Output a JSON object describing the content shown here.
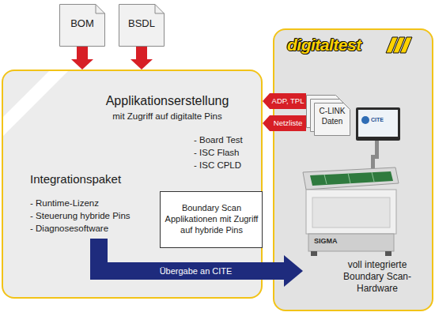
{
  "diagram": {
    "nodes": [
      {
        "text": [
          "BOM"
        ]
      },
      {
        "text": [
          "BSDL"
        ]
      },
      {
        "text": [
          "Applikationserstellung",
          "mit Zugriff auf digitalte Pins",
          "- Board Test",
          "- ISC Flash",
          "- ISC CPLD",
          "Integrationspaket",
          "- Runtime-Lizenz",
          "- Steuerung hybride Pins",
          "- Diagnosesoftware"
        ]
      },
      {
        "text": [
          "Boundary Scan Applikationen mit Zugriff auf hybride Pins"
        ],
        "in": 2
      },
      {
        "text": [
          "digitaltest",
          "voll integrierte Boundary Scan-Hardware"
        ]
      },
      {
        "text": [
          "C-LINK Daten"
        ],
        "in": 4
      }
    ],
    "edges": [
      {
        "from": 0,
        "to": 2,
        "arrow": "to"
      },
      {
        "from": 1,
        "to": 2,
        "arrow": "to"
      },
      {
        "from": 5,
        "to": 2,
        "label": "ADP, TPL",
        "arrow": "to"
      },
      {
        "from": 5,
        "to": 2,
        "label": "Netzliste",
        "arrow": "to"
      },
      {
        "from": 2,
        "to": 4,
        "label": "Übergabe an CITE",
        "arrow": "to"
      }
    ],
    "labels": [
      "SIGMA",
      "CITE"
    ]
  }
}
